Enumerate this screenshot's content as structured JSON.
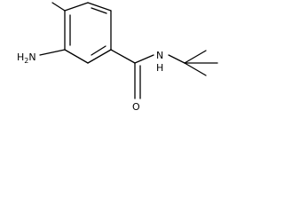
{
  "molecule": {
    "atoms": {
      "nh2": {
        "symbol": "H",
        "subscript": "2",
        "trailing": "N"
      },
      "nh": {
        "symbol": "N",
        "below": "H"
      },
      "o": {
        "symbol": "O"
      }
    }
  }
}
